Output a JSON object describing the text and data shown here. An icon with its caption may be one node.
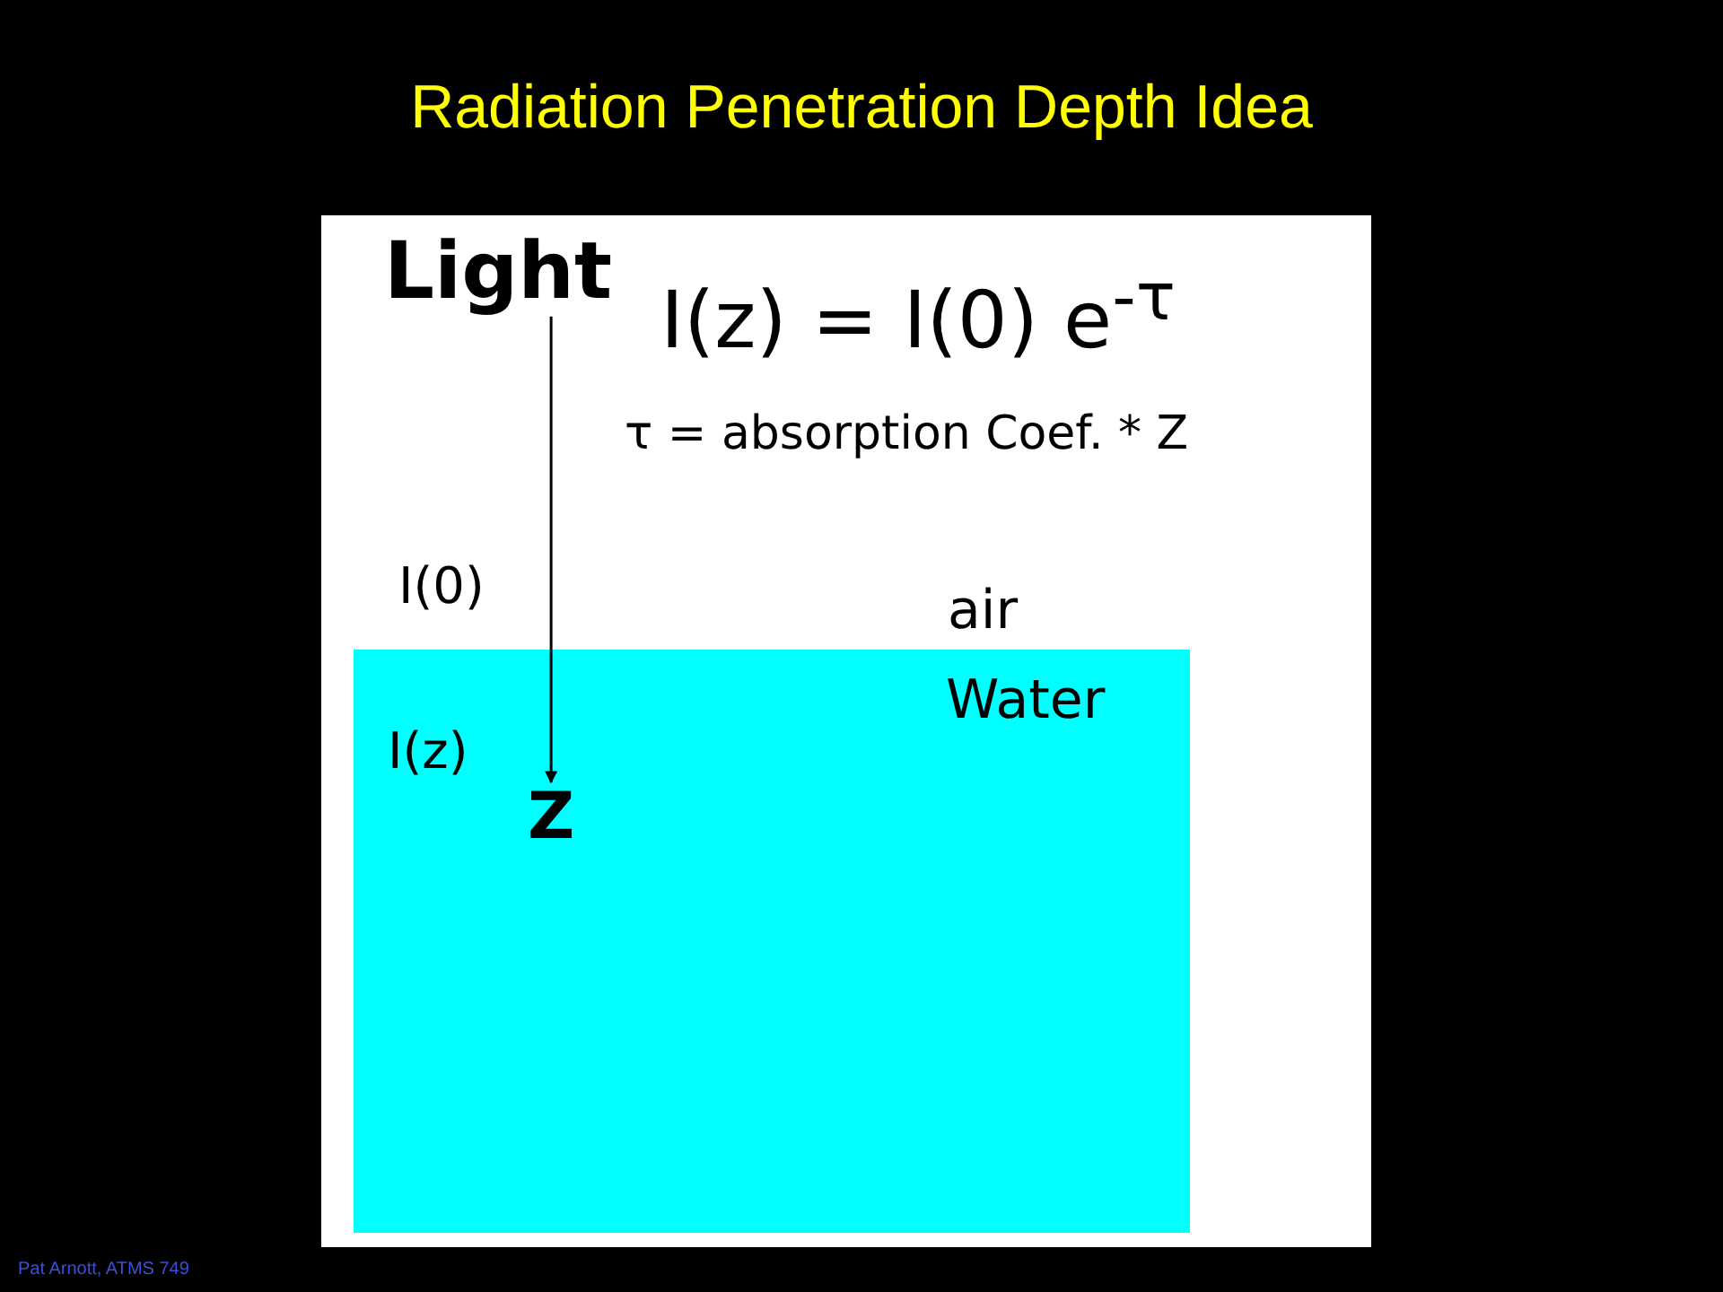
{
  "diagram": {
    "title": "Radiation Penetration Depth Idea",
    "nodes": [
      {
        "text": [
          "Light"
        ]
      },
      {
        "text": [
          "Water"
        ]
      },
      {
        "text": [
          "Z"
        ],
        "in": 1
      }
    ],
    "edges": [
      {
        "from": 0,
        "to": 2,
        "arrow": "to"
      }
    ],
    "labels": [
      "I(z) = I(0) e$^{-τ}$",
      "τ = absorption Coef. * Z",
      "I(0)",
      "air",
      "I(z)",
      "Pat Arnott, ATMS 749"
    ]
  }
}
